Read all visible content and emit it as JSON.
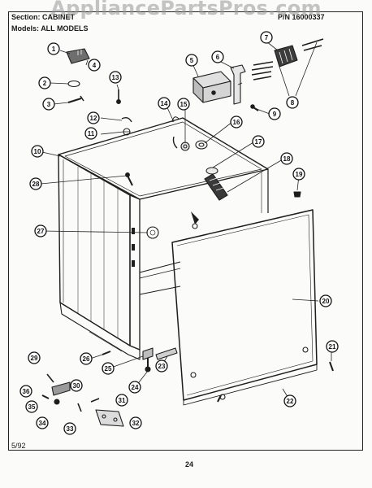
{
  "header": {
    "section_label": "Section:",
    "section_value": "CABINET",
    "models_label": "Models:",
    "models_value": "ALL MODELS",
    "part_number": "P/N 16000337"
  },
  "watermark": "AppliancePartsPros.com",
  "footer": {
    "date": "5/92",
    "page_number": "24"
  },
  "callouts": [
    "1",
    "2",
    "3",
    "4",
    "5",
    "6",
    "7",
    "8",
    "9",
    "10",
    "11",
    "12",
    "13",
    "14",
    "15",
    "16",
    "17",
    "18",
    "19",
    "20",
    "21",
    "22",
    "23",
    "24",
    "25",
    "26",
    "27",
    "28",
    "29",
    "30",
    "31",
    "32",
    "33",
    "34",
    "35",
    "36"
  ]
}
